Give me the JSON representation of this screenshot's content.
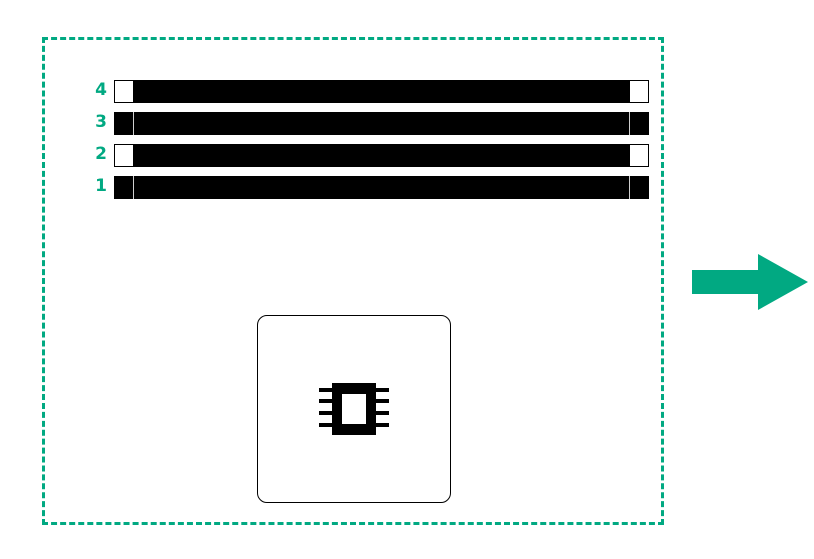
{
  "diagram": {
    "accent_color": "#01a982",
    "slots": [
      {
        "label": "4",
        "latch_state": "open"
      },
      {
        "label": "3",
        "latch_state": "closed"
      },
      {
        "label": "2",
        "latch_state": "open"
      },
      {
        "label": "1",
        "latch_state": "closed"
      }
    ],
    "processor_icon": "cpu-chip-icon",
    "direction_icon": "arrow-right-icon"
  }
}
